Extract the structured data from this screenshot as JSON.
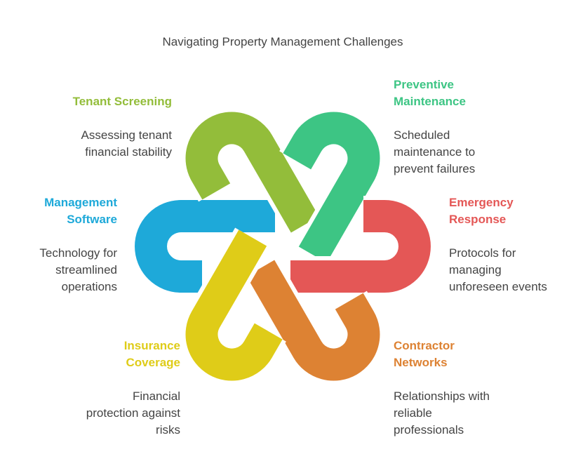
{
  "title": "Navigating Property Management Challenges",
  "items": [
    {
      "label_lines": [
        "Management",
        "Software"
      ],
      "desc_lines": [
        "Technology for",
        "streamlined",
        "operations"
      ],
      "color": "#1ea9d9"
    },
    {
      "label_lines": [
        "Tenant Screening"
      ],
      "desc_lines": [
        "Assessing tenant",
        "financial stability"
      ],
      "color": "#93bd3a"
    },
    {
      "label_lines": [
        "Preventive",
        "Maintenance"
      ],
      "desc_lines": [
        "Scheduled",
        "maintenance to",
        "prevent failures"
      ],
      "color": "#3dc584"
    },
    {
      "label_lines": [
        "Emergency",
        "Response"
      ],
      "desc_lines": [
        "Protocols for",
        "managing",
        "unforeseen events"
      ],
      "color": "#e45756"
    },
    {
      "label_lines": [
        "Contractor",
        "Networks"
      ],
      "desc_lines": [
        "Relationships with",
        "reliable",
        "professionals"
      ],
      "color": "#dd8233"
    },
    {
      "label_lines": [
        "Insurance",
        "Coverage"
      ],
      "desc_lines": [
        "Financial",
        "protection against",
        "risks"
      ],
      "color": "#dfcc18"
    }
  ]
}
